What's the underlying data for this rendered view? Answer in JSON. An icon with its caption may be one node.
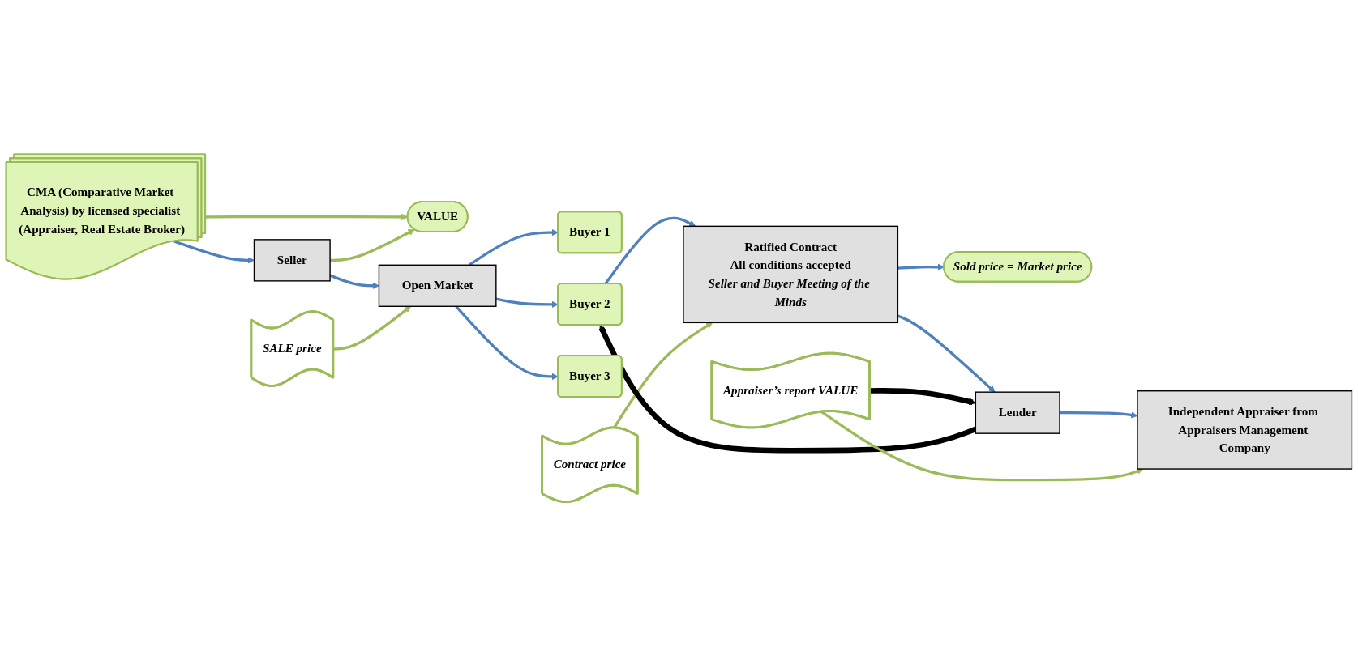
{
  "diagram": {
    "nodes": [
      {
        "text": [
          "CMA (Comparative Market Analysis) by licensed specialist (Appraiser, Real Estate Broker)"
        ]
      },
      {
        "text": [
          "VALUE"
        ]
      },
      {
        "text": [
          "Seller"
        ]
      },
      {
        "text": [
          "SALE price"
        ]
      },
      {
        "text": [
          "Open Market"
        ]
      },
      {
        "text": [
          "Buyer 1"
        ]
      },
      {
        "text": [
          "Buyer 2"
        ]
      },
      {
        "text": [
          "Buyer 3"
        ]
      },
      {
        "text": [
          "Contract price"
        ]
      },
      {
        "text": [
          "Ratified Contract",
          "All conditions accepted",
          "Seller and Buyer Meeting of the Minds"
        ]
      },
      {
        "text": [
          "Sold price = Market price"
        ]
      },
      {
        "text": [
          "Lender"
        ]
      },
      {
        "text": [
          "Independent Appraiser from Appraisers Management Company"
        ]
      },
      {
        "text": [
          "Appraiser’s report VALUE"
        ]
      }
    ],
    "edges": [
      {
        "from": 0,
        "to": 1,
        "arrow": "to",
        "color": "#9bbb59"
      },
      {
        "from": 0,
        "to": 2,
        "arrow": "to"
      },
      {
        "from": 2,
        "to": 1,
        "arrow": "to",
        "color": "#9bbb59"
      },
      {
        "from": 2,
        "to": 4,
        "arrow": "to"
      },
      {
        "from": 3,
        "to": 4,
        "arrow": "to",
        "color": "#9bbb59"
      },
      {
        "from": 4,
        "to": 5,
        "arrow": "to"
      },
      {
        "from": 4,
        "to": 6,
        "arrow": "to"
      },
      {
        "from": 4,
        "to": 7,
        "arrow": "to"
      },
      {
        "from": 6,
        "to": 9,
        "arrow": "to"
      },
      {
        "from": 8,
        "to": 9,
        "arrow": "to",
        "color": "#9bbb59"
      },
      {
        "from": 9,
        "to": 10,
        "arrow": "to"
      },
      {
        "from": 9,
        "to": 11,
        "arrow": "to"
      },
      {
        "from": 11,
        "to": 6,
        "arrow": "to",
        "style": "thick",
        "color": "#000000"
      },
      {
        "from": 13,
        "to": 11,
        "arrow": "to",
        "style": "thick",
        "color": "#000000"
      },
      {
        "from": 11,
        "to": 12,
        "arrow": "to"
      },
      {
        "from": 13,
        "to": 12,
        "arrow": "to",
        "color": "#9bbb59"
      }
    ]
  }
}
